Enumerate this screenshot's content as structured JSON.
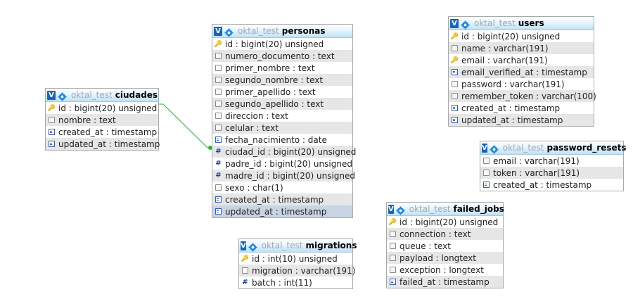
{
  "tables": [
    {
      "id": "ciudades",
      "db": "oktal_test",
      "name": "ciudades",
      "cols": [
        {
          "text": "id : bigint(20) unsigned",
          "icon": "key"
        },
        {
          "text": "nombre : text",
          "icon": "txt"
        },
        {
          "text": "created_at : timestamp",
          "icon": "date"
        },
        {
          "text": "updated_at : timestamp",
          "icon": "date"
        }
      ]
    },
    {
      "id": "personas",
      "db": "oktal_test",
      "name": "personas",
      "cols": [
        {
          "text": "id : bigint(20) unsigned",
          "icon": "key"
        },
        {
          "text": "numero_documento : text",
          "icon": "txt"
        },
        {
          "text": "primer_nombre : text",
          "icon": "txt"
        },
        {
          "text": "segundo_nombre : text",
          "icon": "txt"
        },
        {
          "text": "primer_apellido : text",
          "icon": "txt"
        },
        {
          "text": "segundo_apellido : text",
          "icon": "txt"
        },
        {
          "text": "direccion : text",
          "icon": "txt"
        },
        {
          "text": "celular : text",
          "icon": "txt"
        },
        {
          "text": "fecha_nacimiento : date",
          "icon": "date"
        },
        {
          "text": "ciudad_id : bigint(20) unsigned",
          "icon": "num"
        },
        {
          "text": "padre_id : bigint(20) unsigned",
          "icon": "num"
        },
        {
          "text": "madre_id : bigint(20) unsigned",
          "icon": "num"
        },
        {
          "text": "sexo : char(1)",
          "icon": "txt"
        },
        {
          "text": "created_at : timestamp",
          "icon": "date"
        },
        {
          "text": "updated_at : timestamp",
          "icon": "date"
        }
      ]
    },
    {
      "id": "users",
      "db": "oktal_test",
      "name": "users",
      "cols": [
        {
          "text": "id : bigint(20) unsigned",
          "icon": "key"
        },
        {
          "text": "name : varchar(191)",
          "icon": "txt"
        },
        {
          "text": "email : varchar(191)",
          "icon": "key"
        },
        {
          "text": "email_verified_at : timestamp",
          "icon": "date"
        },
        {
          "text": "password : varchar(191)",
          "icon": "txt"
        },
        {
          "text": "remember_token : varchar(100)",
          "icon": "txt"
        },
        {
          "text": "created_at : timestamp",
          "icon": "date"
        },
        {
          "text": "updated_at : timestamp",
          "icon": "date"
        }
      ]
    },
    {
      "id": "password_resets",
      "db": "oktal_test",
      "name": "password_resets",
      "cols": [
        {
          "text": "email : varchar(191)",
          "icon": "txt"
        },
        {
          "text": "token : varchar(191)",
          "icon": "txt"
        },
        {
          "text": "created_at : timestamp",
          "icon": "date"
        }
      ]
    },
    {
      "id": "failed_jobs",
      "db": "oktal_test",
      "name": "failed_jobs",
      "cols": [
        {
          "text": "id : bigint(20) unsigned",
          "icon": "key"
        },
        {
          "text": "connection : text",
          "icon": "txt"
        },
        {
          "text": "queue : text",
          "icon": "txt"
        },
        {
          "text": "payload : longtext",
          "icon": "txt"
        },
        {
          "text": "exception : longtext",
          "icon": "txt"
        },
        {
          "text": "failed_at : timestamp",
          "icon": "date"
        }
      ]
    },
    {
      "id": "migrations",
      "db": "oktal_test",
      "name": "migrations",
      "cols": [
        {
          "text": "id : int(10) unsigned",
          "icon": "key"
        },
        {
          "text": "migration : varchar(191)",
          "icon": "txt"
        },
        {
          "text": "batch : int(11)",
          "icon": "num"
        }
      ]
    }
  ],
  "relations": [
    {
      "from_table": "ciudades",
      "from_column": "id",
      "to_table": "personas",
      "to_column": "ciudad_id",
      "color": "#2db52d"
    }
  ],
  "colors": {
    "relation": "#2db52d",
    "header_gradient_bottom": "#bfe2f6",
    "row_alt": "#e6e6e6",
    "v_button": "#1565c0"
  }
}
